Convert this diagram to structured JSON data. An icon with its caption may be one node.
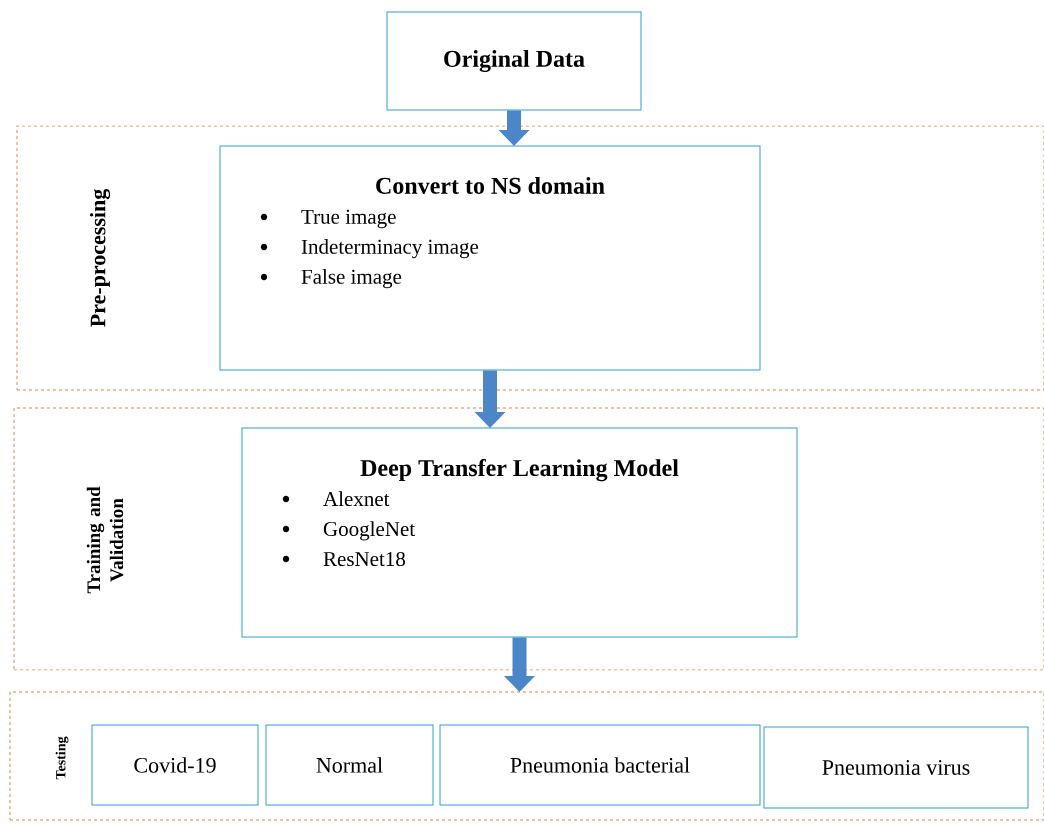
{
  "diagram": {
    "nodes": [
      {
        "text": [
          "Original Data"
        ]
      },
      {
        "text": [
          "Pre-processing"
        ]
      },
      {
        "text": [
          "Convert to NS domain",
          "True image",
          "Indeterminacy image",
          "False image"
        ],
        "in": 1
      },
      {
        "text": [
          "Training and Validation"
        ]
      },
      {
        "text": [
          "Deep Transfer Learning Model",
          "Alexnet",
          "GoogleNet",
          "ResNet18"
        ],
        "in": 3
      },
      {
        "text": [
          "Testing"
        ]
      },
      {
        "text": [
          "Covid-19"
        ],
        "in": 5
      },
      {
        "text": [
          "Normal"
        ],
        "in": 5
      },
      {
        "text": [
          "Pneumonia bacterial"
        ],
        "in": 5
      },
      {
        "text": [
          "Pneumonia virus"
        ],
        "in": 5
      }
    ],
    "edges": [
      {
        "from": 0,
        "to": 2,
        "arrow": "to"
      },
      {
        "from": 2,
        "to": 4,
        "arrow": "to"
      },
      {
        "from": 4,
        "to": 5,
        "arrow": "to"
      }
    ]
  }
}
